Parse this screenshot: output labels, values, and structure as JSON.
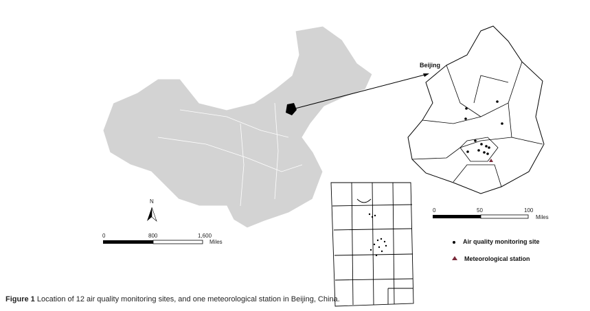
{
  "figure": {
    "label": "Figure 1",
    "caption": "Location of 12 air quality monitoring sites, and one meteorological station in Beijing, China."
  },
  "china_map": {
    "north_label": "N",
    "scale_ticks": [
      "0",
      "800",
      "1,600"
    ],
    "scale_unit": "Miles",
    "fill_color": "#d3d3d3"
  },
  "beijing_map": {
    "title": "Beijing",
    "scale_ticks": [
      "0",
      "50",
      "100"
    ],
    "scale_unit": "Miles"
  },
  "legend": {
    "items": [
      {
        "symbol": "dot",
        "label": "Air quality monitoring site",
        "color": "#000000"
      },
      {
        "symbol": "triangle",
        "label": "Meteorological station",
        "color": "#7a2a3a"
      }
    ]
  }
}
